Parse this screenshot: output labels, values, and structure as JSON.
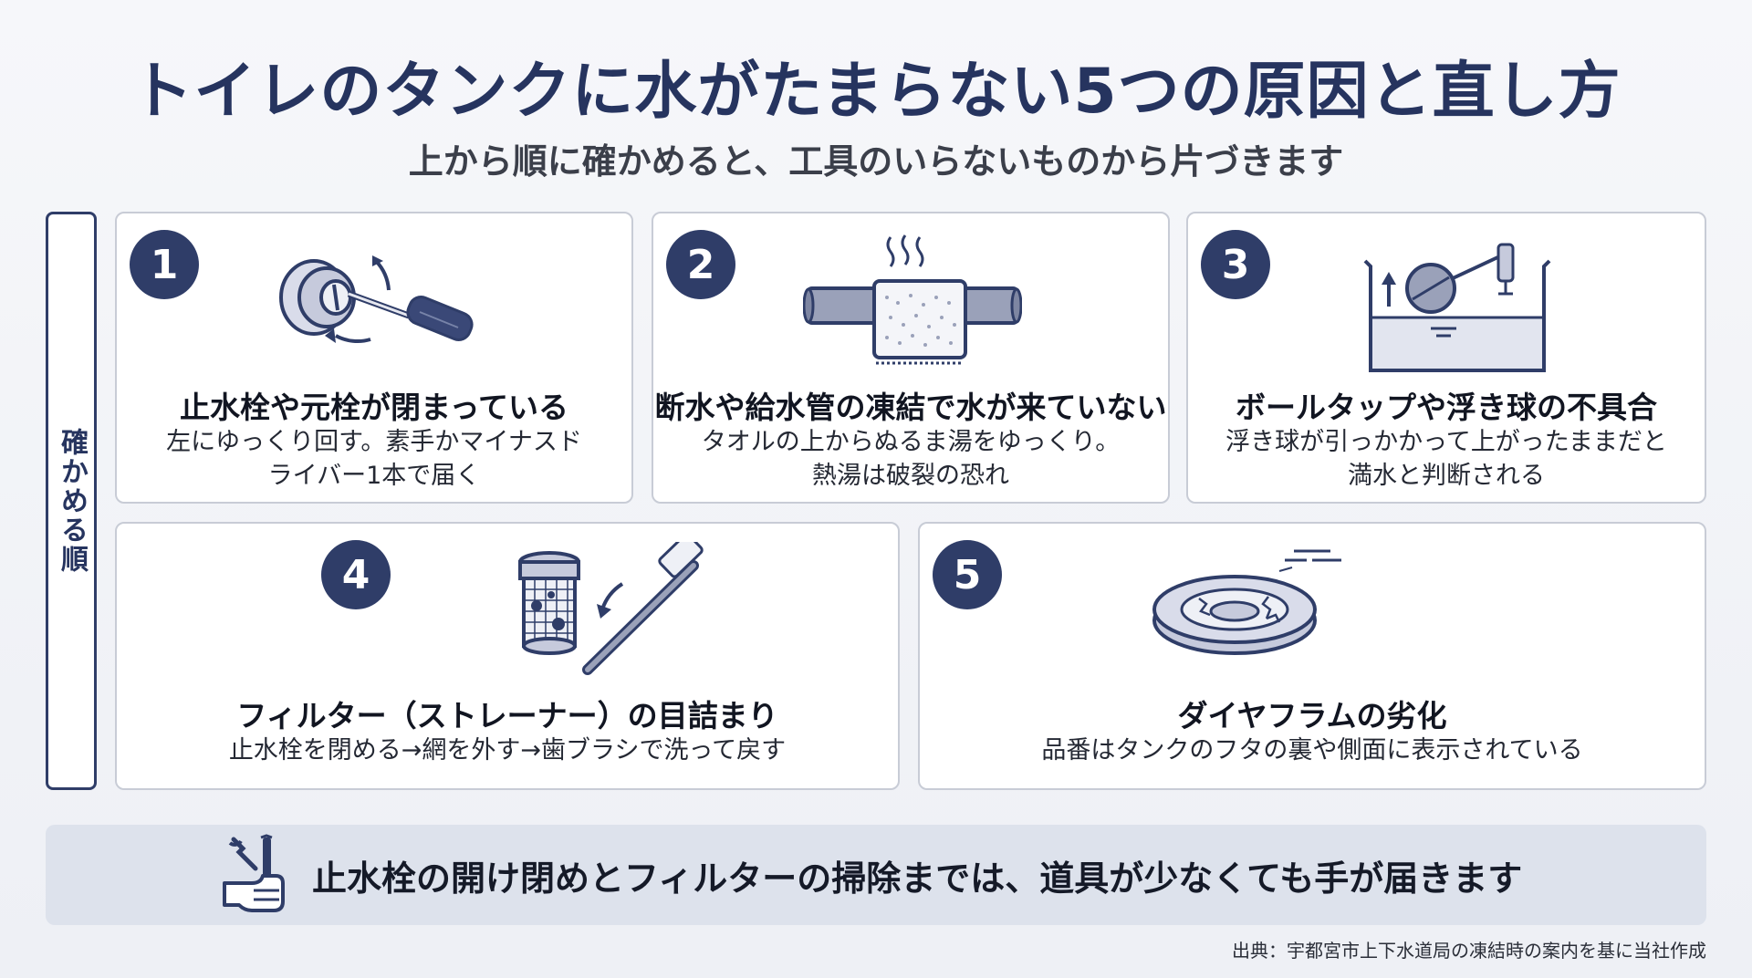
{
  "title": "トイレのタンクに水がたまらない5つの原因と直し方",
  "subtitle": "上から順に確かめると、工具のいらないものから片づきます",
  "side_label": "確かめる順",
  "cards": [
    {
      "number": "1",
      "icon": "valve-screwdriver-icon",
      "title": "止水栓や元栓が閉まっている",
      "desc": [
        "左にゆっくり回す。素手かマイナスド",
        "ライバー1本で届く"
      ]
    },
    {
      "number": "2",
      "icon": "pipe-towel-icon",
      "title": "断水や給水管の凍結で水が来ていない",
      "desc": [
        "タオルの上からぬるま湯をゆっくり。",
        "熱湯は破裂の恐れ"
      ]
    },
    {
      "number": "3",
      "icon": "float-ball-tank-icon",
      "title": "ボールタップや浮き球の不具合",
      "desc": [
        "浮き球が引っかかって上がったままだと",
        "満水と判断される"
      ]
    },
    {
      "number": "4",
      "icon": "filter-toothbrush-icon",
      "title": "フィルター（ストレーナー）の目詰まり",
      "desc": [
        "止水栓を閉める→網を外す→歯ブラシで洗って戻す"
      ]
    },
    {
      "number": "5",
      "icon": "diaphragm-icon",
      "title": "ダイヤフラムの劣化",
      "desc": [
        "品番はタンクのフタの裏や側面に表示されている"
      ]
    }
  ],
  "banner": {
    "icon": "hand-tools-icon",
    "text": "止水栓の開け閉めとフィルターの掃除までは、道具が少なくても手が届きます"
  },
  "source": "出典：宇都宮市上下水道局の凍結時の案内を基に当社作成",
  "colors": {
    "navy": "#2f3d68",
    "title": "#26345f",
    "card_border": "#c8ccd6",
    "banner_bg": "#dde2ec"
  }
}
